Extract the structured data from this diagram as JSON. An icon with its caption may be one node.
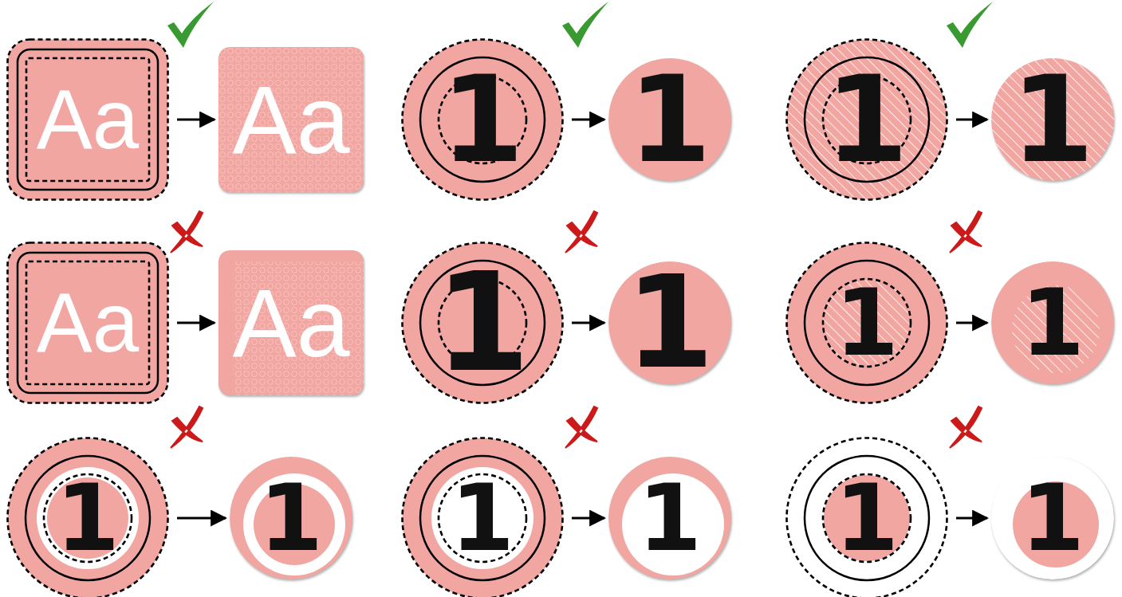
{
  "diagram": {
    "nodes": [
      {
        "text": [
          "Aa"
        ]
      },
      {
        "text": [
          "Aa"
        ]
      },
      {
        "text": [
          "1"
        ]
      },
      {
        "text": [
          "1"
        ]
      },
      {
        "text": [
          "1"
        ]
      },
      {
        "text": [
          "1"
        ]
      },
      {
        "text": [
          "Aa"
        ]
      },
      {
        "text": [
          "Aa"
        ]
      },
      {
        "text": [
          "1"
        ]
      },
      {
        "text": [
          "1"
        ]
      },
      {
        "text": [
          "1"
        ]
      },
      {
        "text": [
          "1"
        ]
      },
      {
        "text": [
          "1"
        ]
      },
      {
        "text": [
          "1"
        ]
      },
      {
        "text": [
          "1"
        ]
      },
      {
        "text": [
          "1"
        ]
      },
      {
        "text": [
          "1"
        ]
      },
      {
        "text": [
          "1"
        ]
      }
    ],
    "edges": [
      {
        "from": 0,
        "to": 1,
        "arrow": "to"
      },
      {
        "from": 2,
        "to": 3,
        "arrow": "to"
      },
      {
        "from": 4,
        "to": 5,
        "arrow": "to"
      },
      {
        "from": 6,
        "to": 7,
        "arrow": "to"
      },
      {
        "from": 8,
        "to": 9,
        "arrow": "to"
      },
      {
        "from": 10,
        "to": 11,
        "arrow": "to"
      },
      {
        "from": 12,
        "to": 13,
        "arrow": "to"
      },
      {
        "from": 14,
        "to": 15,
        "arrow": "to"
      },
      {
        "from": 16,
        "to": 17,
        "arrow": "to"
      }
    ]
  }
}
